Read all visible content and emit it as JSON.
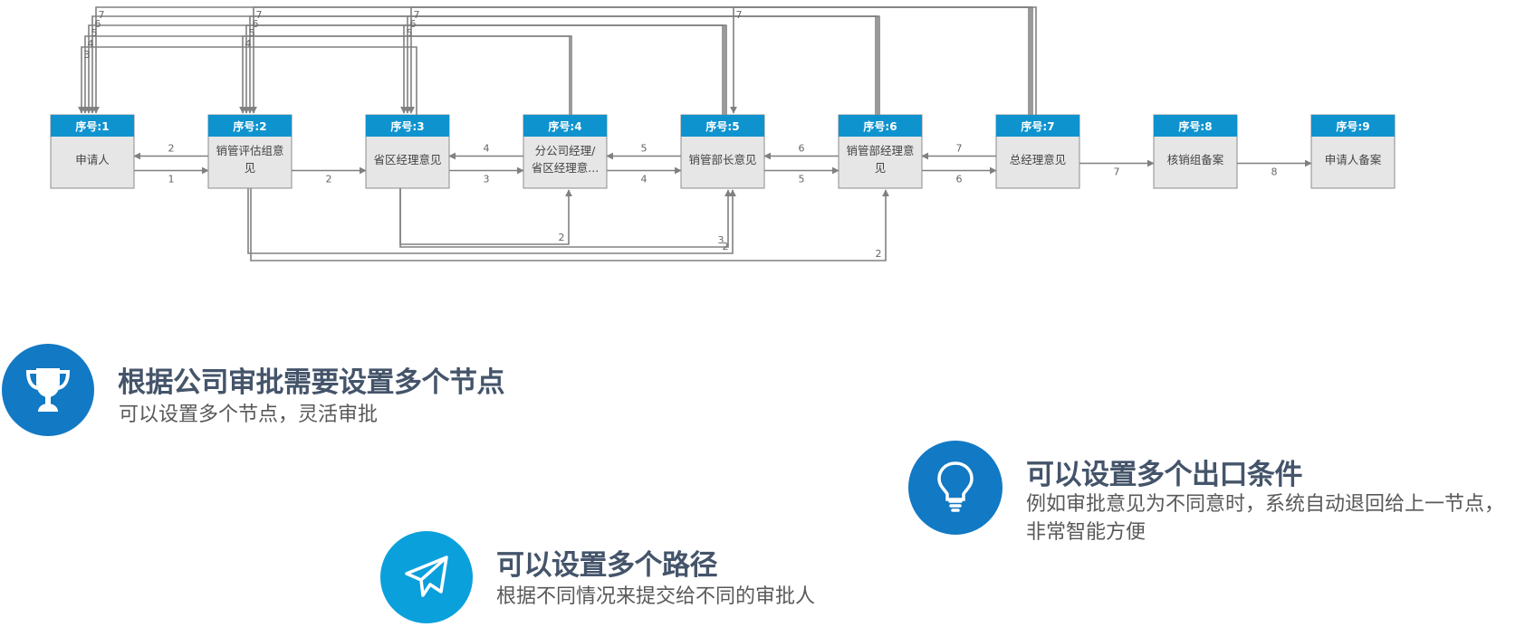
{
  "diagram": {
    "nodes": [
      {
        "id": 1,
        "head": "序号:1",
        "lines": [
          "申请人"
        ]
      },
      {
        "id": 2,
        "head": "序号:2",
        "lines": [
          "销管评估组意",
          "见"
        ]
      },
      {
        "id": 3,
        "head": "序号:3",
        "lines": [
          "省区经理意见"
        ]
      },
      {
        "id": 4,
        "head": "序号:4",
        "lines": [
          "分公司经理/",
          "省区经理意..."
        ]
      },
      {
        "id": 5,
        "head": "序号:5",
        "lines": [
          "销管部长意见"
        ]
      },
      {
        "id": 6,
        "head": "序号:6",
        "lines": [
          "销管部经理意",
          "见"
        ]
      },
      {
        "id": 7,
        "head": "序号:7",
        "lines": [
          "总经理意见"
        ]
      },
      {
        "id": 8,
        "head": "序号:8",
        "lines": [
          "核销组备案"
        ]
      },
      {
        "id": 9,
        "head": "序号:9",
        "lines": [
          "申请人备案"
        ]
      }
    ],
    "forward_labels": [
      "1",
      "2",
      "3",
      "4",
      "5",
      "6",
      "7",
      "8"
    ],
    "back_labels": [
      "2",
      "4",
      "5",
      "6",
      "7"
    ],
    "top_return_labels": [
      "7",
      "6",
      "5",
      "4",
      "3",
      "7",
      "6",
      "5",
      "4",
      "7",
      "6",
      "5",
      "7"
    ],
    "bottom_skip_labels": [
      "2",
      "3",
      "2",
      "2"
    ],
    "colors": {
      "head": "#0f93cf",
      "body": "#e6e6e6",
      "border": "#8c8c8c",
      "line": "#808080"
    }
  },
  "features": [
    {
      "icon": "trophy-icon",
      "color": "#1279c4",
      "title": "根据公司审批需要设置多个节点",
      "lines": [
        "可以设置多个节点，灵活审批"
      ]
    },
    {
      "icon": "paper-plane-icon",
      "color": "#0aa0dc",
      "title": "可以设置多个路径",
      "lines": [
        "根据不同情况来提交给不同的审批人"
      ]
    },
    {
      "icon": "lightbulb-icon",
      "color": "#1279c4",
      "title": "可以设置多个出口条件",
      "lines": [
        "例如审批意见为不同意时，系统自动退回给上一节点，",
        "非常智能方便"
      ]
    }
  ]
}
